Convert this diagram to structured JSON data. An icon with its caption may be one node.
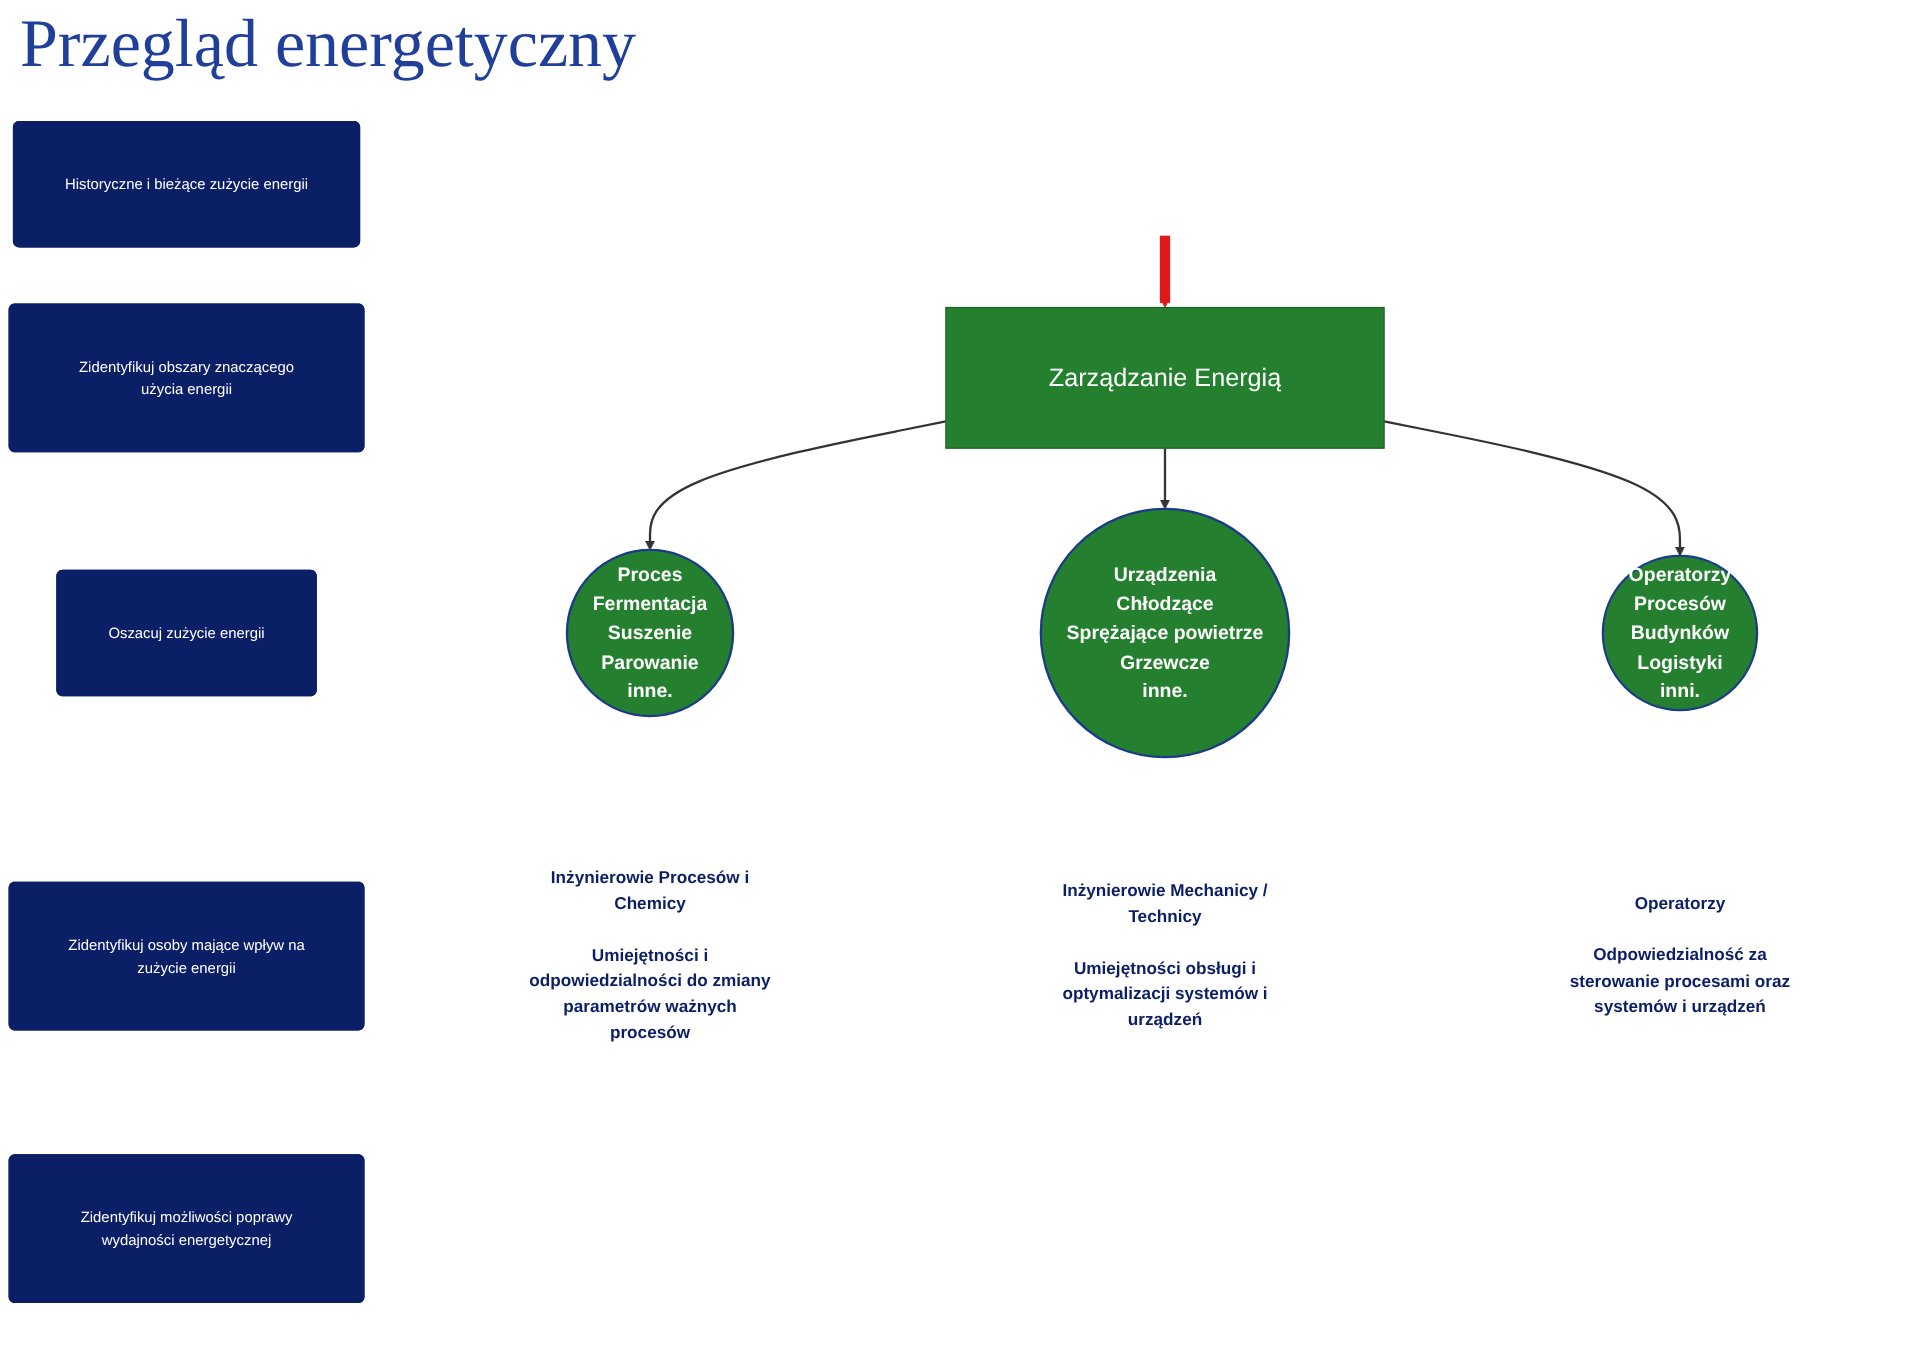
{
  "diagram": {
    "title": "Przegląd energetyczny",
    "nodes": [
      {
        "text": [
          "Zarządzanie Energią"
        ]
      },
      {
        "text": [
          "Proces",
          "Fermentacja",
          "Suszenie",
          "Parowanie",
          "inne."
        ],
        "beside": [
          "Inżynierowie Procesów i Chemicy",
          "Umiejętności i odpowiedzialności do zmiany parametrów ważnych procesów"
        ]
      },
      {
        "text": [
          "Urządzenia",
          "Chłodzące",
          "Sprężające powietrze",
          "Grzewcze",
          "inne."
        ],
        "beside": [
          "Inżynierowie Mechanicy / Technicy",
          "Umiejętności obsługi i optymalizacji systemów i urządzeń"
        ]
      },
      {
        "text": [
          "Operatorzy",
          "Procesów",
          "Budynków",
          "Logistyki",
          "inni."
        ],
        "beside": [
          "Operatorzy",
          "Odpowiedzialność za sterowanie procesami oraz systemów i urządzeń"
        ]
      },
      {
        "text": [
          "Historyczne i bieżące zużycie energii"
        ]
      },
      {
        "text": [
          "Zidentyfikuj obszary znaczącego użycia energii"
        ]
      },
      {
        "text": [
          "Oszacuj zużycie energii"
        ]
      },
      {
        "text": [
          "Zidentyfikuj osoby mające wpływ na zużycie energii"
        ]
      },
      {
        "text": [
          "Zidentyfikuj możliwości poprawy wydajności energetycznej"
        ]
      }
    ],
    "edges": [
      {
        "from": 0,
        "to": 1,
        "arrow": "to"
      },
      {
        "from": 0,
        "to": 2,
        "arrow": "to"
      },
      {
        "from": 0,
        "to": 3,
        "arrow": "to"
      },
      {
        "from": null,
        "to": 0,
        "arrow": "to",
        "style": "thick",
        "color": "#e0191b"
      }
    ]
  }
}
